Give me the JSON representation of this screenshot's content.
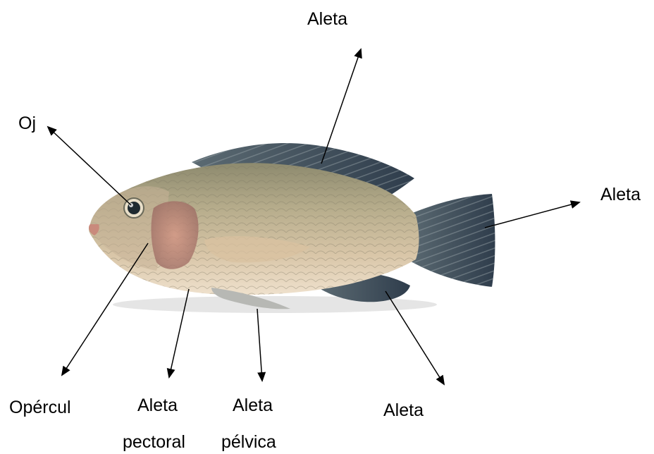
{
  "labels": {
    "dorsal_fin": "Aleta",
    "eye": "Oj",
    "caudal_fin": "Aleta",
    "operculum": "Opércul",
    "pectoral_fin_line1": "Aleta",
    "pectoral_fin_line2": "pectoral",
    "pelvic_fin_line1": "Aleta",
    "pelvic_fin_line2": "pélvica",
    "anal_fin": "Aleta"
  },
  "colors": {
    "background": "#ffffff",
    "text": "#000000",
    "arrow": "#000000",
    "fish_body": "#b8ab8a",
    "fish_belly": "#e8d8c0",
    "fish_fin_dark": "#3f4d5c",
    "fish_gill": "#c07a70"
  }
}
